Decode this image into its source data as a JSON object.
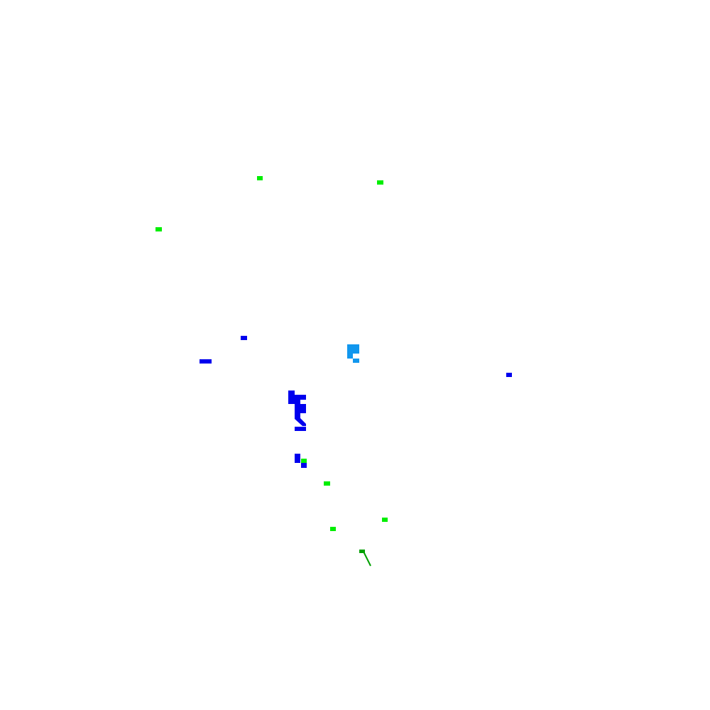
{
  "map": {
    "background_color": "#ffffff",
    "colors": {
      "bright_green": "#00ee00",
      "dark_green": "#00a000",
      "blue": "#0000ee",
      "light_blue": "#1197ee"
    },
    "layers": [
      {
        "name": "green-features",
        "color_key": "bright_green"
      },
      {
        "name": "blue-features",
        "color_key": "blue"
      },
      {
        "name": "light-blue-features",
        "color_key": "light_blue"
      },
      {
        "name": "dark-green-path",
        "color_key": "dark_green"
      }
    ]
  }
}
